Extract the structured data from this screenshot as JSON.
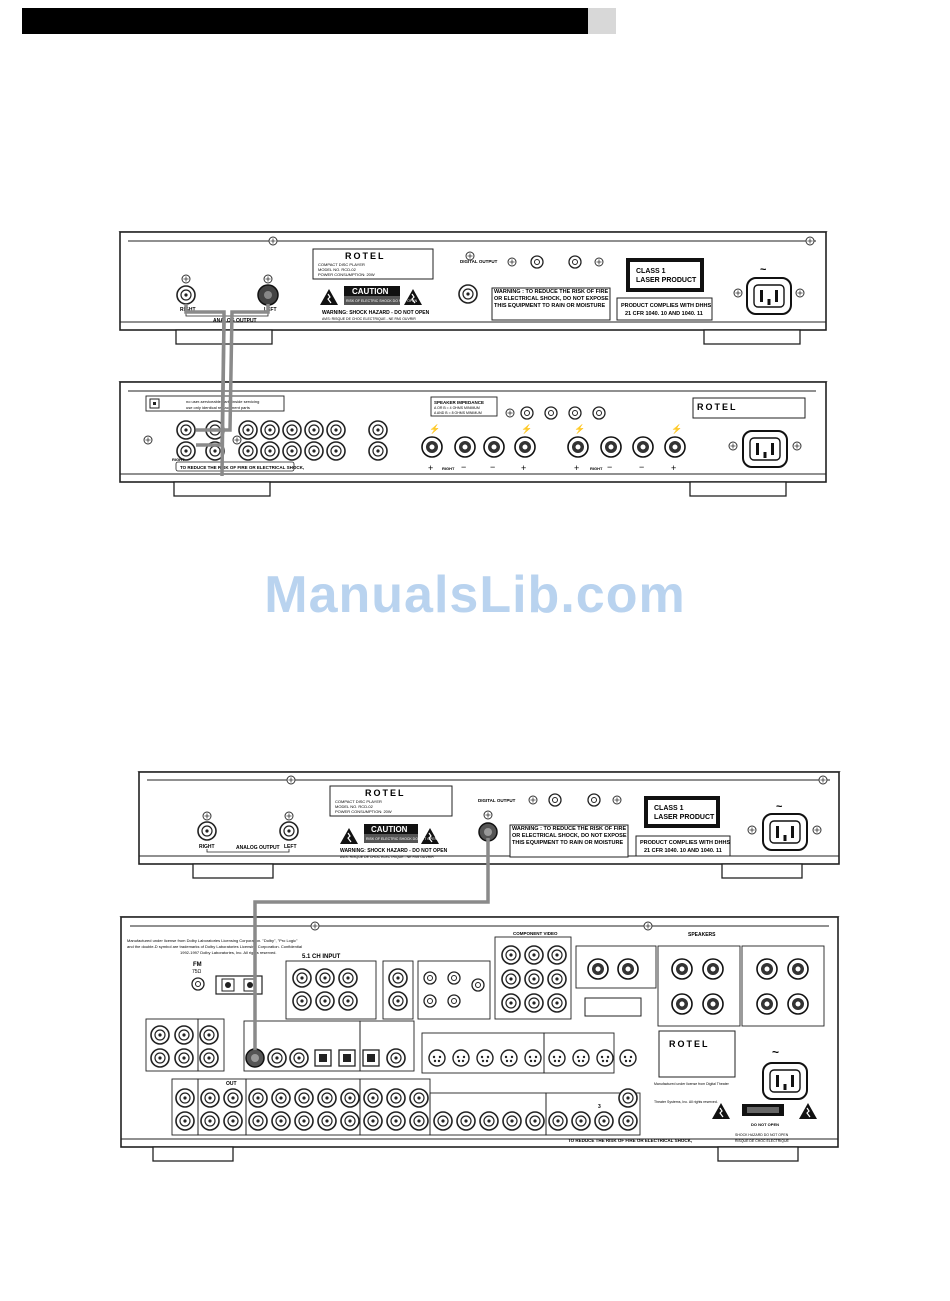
{
  "watermark": "ManualsLib.com",
  "cd_player_top": {
    "brand": "ROTEL",
    "label_line1": "COMPACT DISC PLAYER",
    "label_line2": "MODEL NO. RCD-02",
    "label_line3": "POWER CONSUMPTION: 20W",
    "caution": "CAUTION",
    "caution_sub": "RISK OF ELECTRIC SHOCK DO NOT OPEN",
    "shock_warning": "WARNING: SHOCK HAZARD - DO NOT OPEN",
    "shock_warning_fr": "AVIS: RISQUE DE CHOC ELECTRIQUE - NE PAS OUVRIR",
    "digital_output": "DIGITAL OUTPUT",
    "analog_output": "ANALOG OUTPUT",
    "right": "RIGHT",
    "left": "LEFT",
    "warning_text": "WARNING : TO REDUCE THE RISK OF FIRE OR ELECTRICAL SHOCK, DO NOT EXPOSE THIS EQUIPMENT TO RAIN OR MOISTURE",
    "laser1": "CLASS 1",
    "laser2": "LASER PRODUCT",
    "complies1": "PRODUCT COMPLIES WITH DHHS",
    "complies2": "21 CFR 1040. 10 AND 1040. 11",
    "ac": "~"
  },
  "amplifier": {
    "service_line1": "no user-serviceable parts inside servicing",
    "service_line2": "use only identical replacement parts",
    "speaker_impedance": "SPEAKER IMPEDANCE",
    "imp1": "A OR B = 4 OHMS MINIMUM",
    "imp2": "A AND B = 8 OHMS MINIMUM",
    "right": "RIGHT",
    "brand": "ROTEL",
    "fire_warning": "TO REDUCE THE RISK OF FIRE OR ELECTRICAL SHOCK,",
    "plus": "+",
    "minus": "−"
  },
  "cd_player_bottom": {
    "brand": "ROTEL",
    "label_line1": "COMPACT DISC PLAYER",
    "label_line2": "MODEL NO. RCD-02",
    "label_line3": "POWER CONSUMPTION: 20W",
    "caution": "CAUTION",
    "caution_sub": "RISK OF ELECTRIC SHOCK DO NOT OPEN",
    "shock_warning": "WARNING: SHOCK HAZARD - DO NOT OPEN",
    "shock_warning_fr": "AVIS: RISQUE DE CHOC ELECTRIQUE - NE PAS OUVRIR",
    "digital_output": "DIGITAL OUTPUT",
    "analog_output": "ANALOG OUTPUT",
    "right": "RIGHT",
    "left": "LEFT",
    "warning_text": "WARNING : TO REDUCE THE RISK OF FIRE OR ELECTRICAL SHOCK, DO NOT EXPOSE THIS EQUIPMENT TO RAIN OR MOISTURE",
    "laser1": "CLASS 1",
    "laser2": "LASER PRODUCT",
    "complies1": "PRODUCT COMPLIES WITH DHHS",
    "complies2": "21 CFR 1040. 10 AND 1040. 11",
    "ac": "~"
  },
  "receiver": {
    "dolby_line1": "Manufactured under license from Dolby Laboratories Licensing Corporation. \"Dolby\", \"Pro Logic\"",
    "dolby_line2": "and the double-D symbol are trademarks of Dolby Laboratories Licensing Corporation. Confidential",
    "dolby_line3": "1992-1997 Dolby Laboratories, Inc. All rights reserved.",
    "fm": "FM",
    "fm_ohm": "75Ω",
    "ch51": "5.1 CH INPUT",
    "component_video": "COMPONENT VIDEO",
    "speakers": "SPEAKERS",
    "out": "OUT",
    "brand": "ROTEL",
    "dts_line": "Manufactured under license from Digital Theater",
    "dts_line2": "Theater Systems, Inc. All rights reserved.",
    "fire_warning": "TO REDUCE THE RISK OF FIRE OR ELECTRICAL SHOCK,",
    "do_not_open": "DO NOT OPEN",
    "shock_hazard": "SHOCK HAZARD DO NOT OPEN",
    "risque": "RISQUE DE CHOC ELECTRIQUE",
    "ac": "~",
    "num3": "3"
  }
}
